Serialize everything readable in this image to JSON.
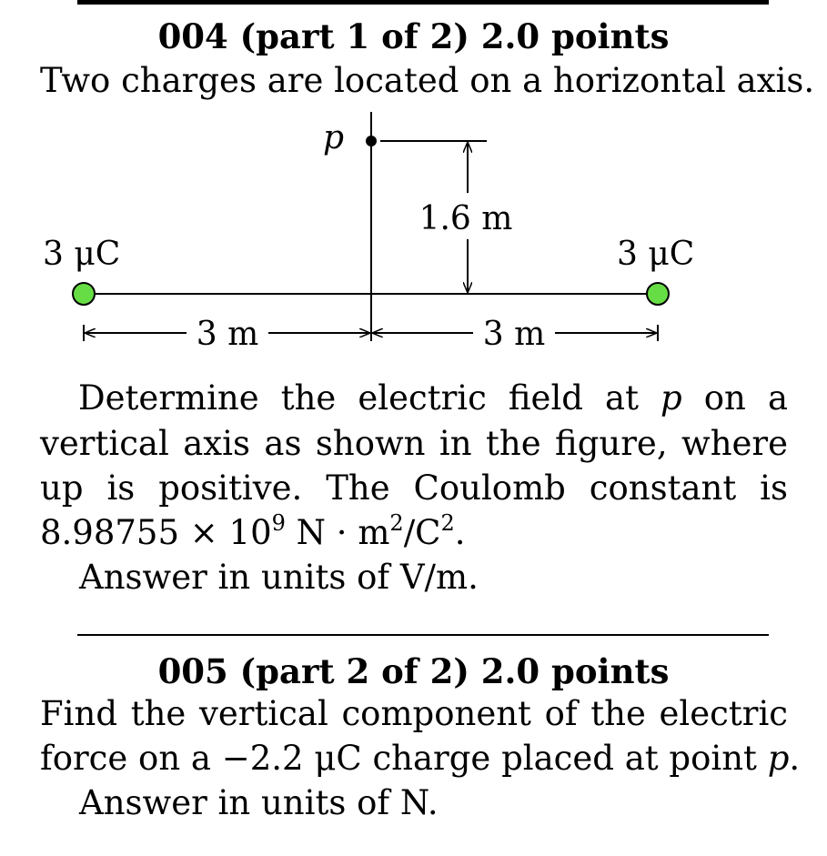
{
  "q1": {
    "header": "004 (part 1 of 2) 2.0 points",
    "intro": "Two charges are located on a horizontal axis.",
    "body": {
      "l1a": "Determine the electric field at",
      "l1p": "p",
      "l1b": "on a",
      "l2": "vertical axis as shown in the figure, where",
      "l3": "up is positive.  The Coulomb constant is",
      "l4a": "8.98755 × 10",
      "l4exp1": "9",
      "l4b": " N · m",
      "l4exp2": "2",
      "l4c": "/C",
      "l4exp3": "2",
      "l4d": "."
    },
    "answer_units": "Answer in units of  V/m."
  },
  "figure": {
    "point_label": "p",
    "height_label": "1.6 m",
    "left_charge": "3 μC",
    "right_charge": "3 μC",
    "left_distance": "3 m",
    "right_distance": "3 m",
    "charge_color": "#66dd44"
  },
  "q2": {
    "header": "005 (part 2 of 2) 2.0 points",
    "l1": "Find the vertical component of the electric",
    "l2a": "force on a −2.2 μC charge placed at point",
    "l2p": "p",
    "l2b": ".",
    "answer_units": "Answer in units of  N."
  }
}
